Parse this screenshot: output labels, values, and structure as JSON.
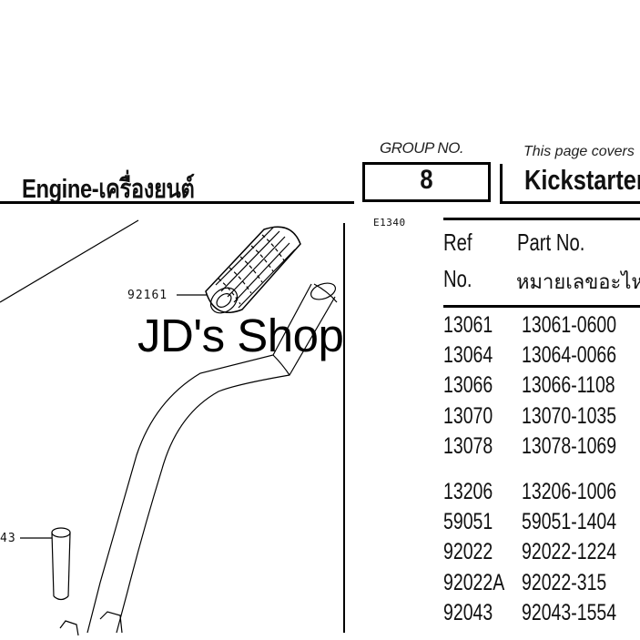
{
  "header": {
    "group_label": "GROUP NO.",
    "group_number": "8",
    "covers_label": "This page covers",
    "section_title": "Engine-เครื่องยนต์",
    "page_title": "Kickstarter"
  },
  "catalog_code": "E1340",
  "watermark": "JD's Shop",
  "diagram": {
    "callouts": [
      "92161",
      "43"
    ]
  },
  "table": {
    "headers": {
      "ref_line1": "Ref",
      "ref_line2": "No.",
      "part_line1": "Part No.",
      "part_line2": "หมายเลขอะไหล่"
    },
    "rows": [
      {
        "ref": "13061",
        "part": "13061-0600"
      },
      {
        "ref": "13064",
        "part": "13064-0066"
      },
      {
        "ref": "13066",
        "part": "13066-1108"
      },
      {
        "ref": "13070",
        "part": "13070-1035"
      },
      {
        "ref": "13078",
        "part": "13078-1069"
      },
      {
        "ref": "13206",
        "part": "13206-1006"
      },
      {
        "ref": "59051",
        "part": "59051-1404"
      },
      {
        "ref": "92022",
        "part": "92022-1224"
      },
      {
        "ref": "92022A",
        "part": "92022-315"
      },
      {
        "ref": "92043",
        "part": "92043-1554"
      }
    ]
  },
  "colors": {
    "ink": "#111111",
    "background": "#ffffff"
  }
}
